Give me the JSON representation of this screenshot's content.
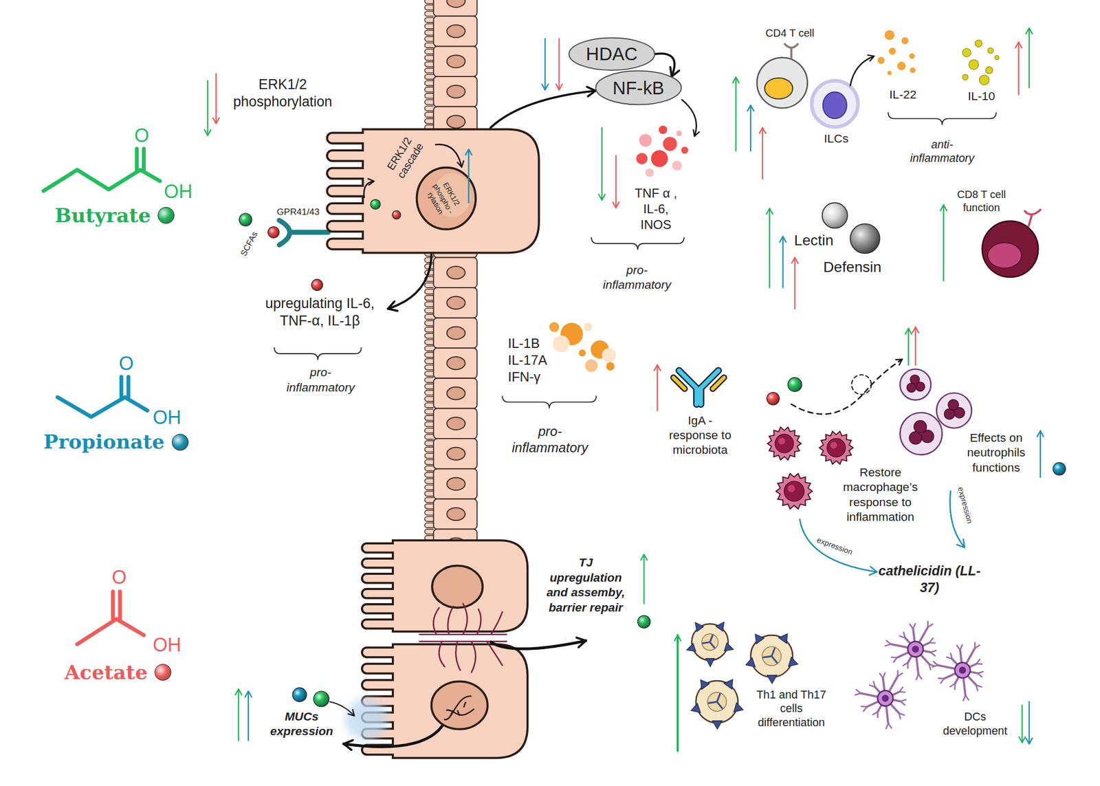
{
  "diagram": {
    "nodes": [
      {
        "text": [
          "ERK1/2 cascade"
        ]
      },
      {
        "text": [
          "ERK1/2 phospho -rylation"
        ],
        "in": 0
      },
      {
        "text": [
          "HDAC"
        ]
      },
      {
        "text": [
          "NF-kB"
        ]
      }
    ],
    "edges": [
      {
        "from": 0,
        "to": 3,
        "arrow": "to"
      },
      {
        "from": 2,
        "to": 3,
        "arrow": "to"
      }
    ],
    "labels": [
      "ERK1/2 phosphorylation",
      "GPR41/43",
      "SCFAs",
      "upregulating IL-6, TNF-α, IL-1β",
      "pro-inflammatory",
      "TNF α , IL-6, INOS",
      "pro-inflammatory",
      "CD4 T cell",
      "ILCs",
      "IL-22",
      "IL-10",
      "anti-inflammatory",
      "Lectin",
      "Defensin",
      "CD8 T cell function",
      "O",
      "OH",
      "IL-1B IL-17A IFN-γ",
      "pro-inflammatory",
      "IgA - response to microbiota",
      "Restore macrophage’s response to inflammation",
      "Effects on neutrophils functions",
      "O",
      "OH",
      "expression",
      "expression",
      "cathelicidin (LL-37)",
      "TJ upregulation and assemby, barrier repair",
      "O",
      "OH",
      "MUCs expression",
      "Th1 and Th17 cells differentiation",
      "DCs development"
    ],
    "legend": [
      {
        "text": "Butyrate",
        "color": "#1fb356"
      },
      {
        "text": "Propionate",
        "color": "#1a8fb0"
      },
      {
        "text": "Acetate",
        "color": "#ee5a5a"
      }
    ]
  }
}
